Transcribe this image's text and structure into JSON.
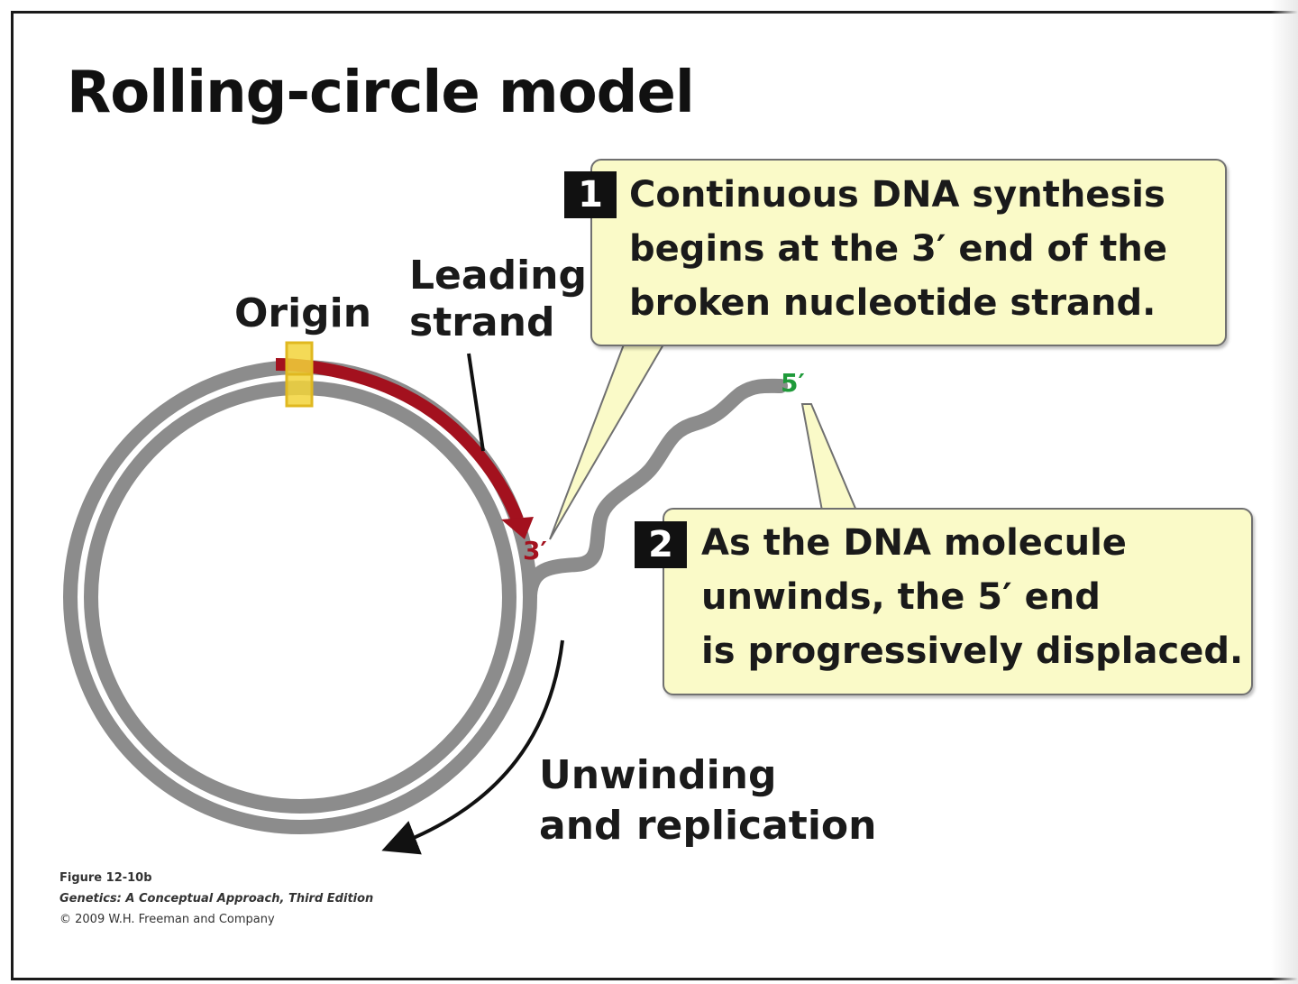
{
  "title": "Rolling-circle model",
  "labels": {
    "origin": "Origin",
    "leading_1": "Leading",
    "leading_2": "strand",
    "three_prime": "3′",
    "five_prime": "5′",
    "unwind_1": "Unwinding",
    "unwind_2": "and replication"
  },
  "steps": [
    {
      "number": "1",
      "lines": [
        "Continuous DNA synthesis",
        "begins at the 3′ end of the",
        "broken nucleotide strand."
      ]
    },
    {
      "number": "2",
      "lines": [
        "As the DNA molecule",
        "unwinds, the 5′ end",
        "is progressively displaced."
      ]
    }
  ],
  "credit": {
    "figure": "Figure 12-10b",
    "book": "Genetics: A Conceptual Approach, Third Edition",
    "copyright": "© 2009 W.H. Freeman and Company"
  },
  "colors": {
    "strand": "#8c8c8c",
    "leading": "#a3111e",
    "origin_box": "#f2d33a",
    "callout_bg": "#fafac8",
    "five_prime": "#1f9a3a"
  }
}
